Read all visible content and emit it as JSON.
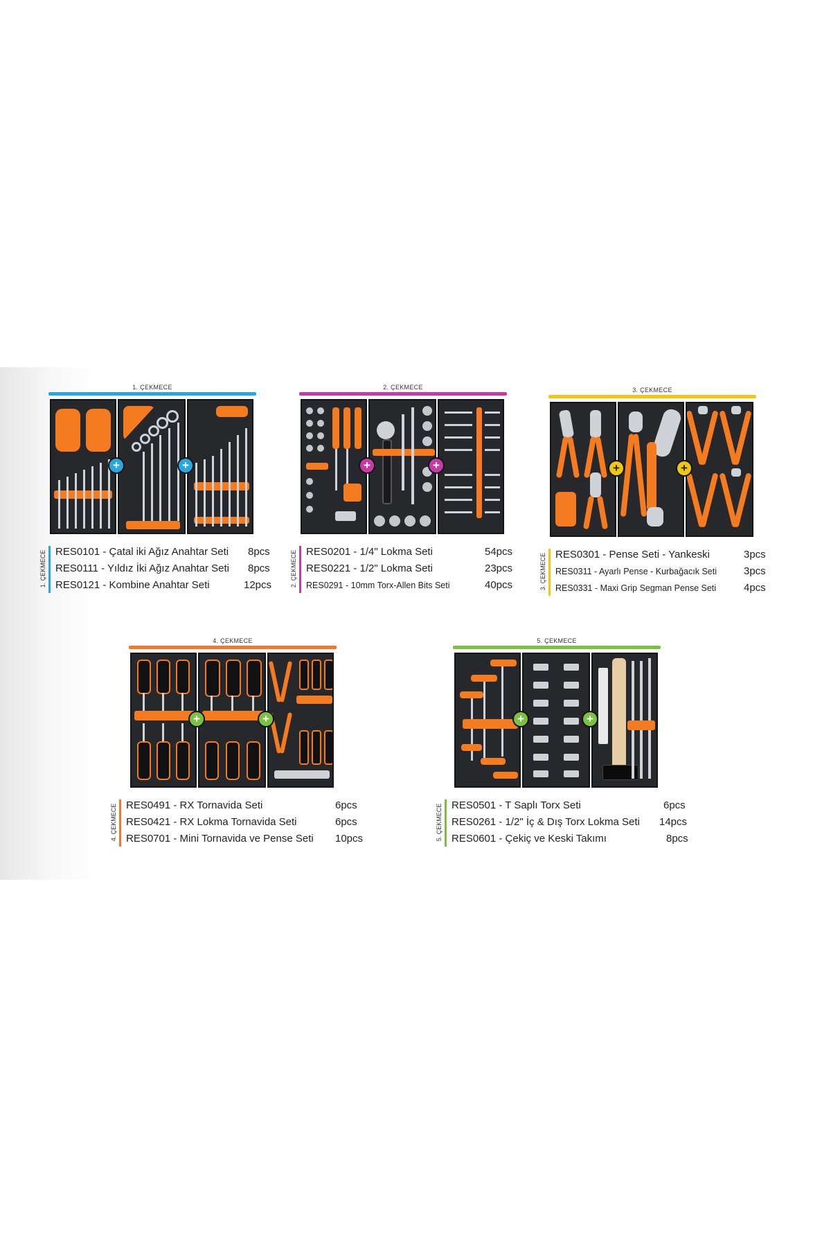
{
  "accent_colors": {
    "drawer1": "#29a8e0",
    "drawer2": "#c63aa6",
    "drawer3": "#f2c80f",
    "drawer4": "#f07a2a",
    "drawer5": "#7cc242"
  },
  "drawers": [
    {
      "title": "1. ÇEKMECE",
      "side_label": "1. ÇEKMECE",
      "items": [
        {
          "code_name": "RES0101 - Çatal iki Ağız Anahtar Seti",
          "count": "8pcs"
        },
        {
          "code_name": "RES0111 - Yıldız İki Ağız Anahtar Seti",
          "count": "8pcs"
        },
        {
          "code_name": "RES0121 - Kombine Anahtar Seti",
          "count": "12pcs"
        }
      ]
    },
    {
      "title": "2. ÇEKMECE",
      "side_label": "2. ÇEKMECE",
      "items": [
        {
          "code_name": "RES0201 - 1/4\" Lokma Seti",
          "count": "54pcs"
        },
        {
          "code_name": "RES0221 - 1/2\" Lokma Seti",
          "count": "23pcs"
        },
        {
          "code_name": "RES0291 - 10mm Torx-Allen Bits Seti",
          "count": "40pcs"
        }
      ]
    },
    {
      "title": "3. ÇEKMECE",
      "side_label": "3. ÇEKMECE",
      "items": [
        {
          "code_name": "RES0301 - Pense Seti - Yankeski",
          "count": "3pcs"
        },
        {
          "code_name": "RES0311 - Ayarlı Pense - Kurbağacık Seti",
          "count": "3pcs"
        },
        {
          "code_name": "RES0331 - Maxi Grip Segman Pense Seti",
          "count": "4pcs"
        }
      ]
    },
    {
      "title": "4. ÇEKMECE",
      "side_label": "4. ÇEKMECE",
      "items": [
        {
          "code_name": "RES0491 - RX Tornavida Seti",
          "count": "6pcs"
        },
        {
          "code_name": "RES0421 - RX Lokma Tornavida Seti",
          "count": "6pcs"
        },
        {
          "code_name": "RES0701 - Mini Tornavida ve Pense Seti",
          "count": "10pcs"
        }
      ]
    },
    {
      "title": "5. ÇEKMECE",
      "side_label": "5. ÇEKMECE",
      "items": [
        {
          "code_name": "RES0501 - T Saplı Torx Seti",
          "count": "6pcs"
        },
        {
          "code_name": "RES0261 - 1/2\" İç & Dış Torx Lokma Seti",
          "count": "14pcs"
        },
        {
          "code_name": "RES0601 - Çekiç ve Keski Takımı",
          "count": "8pcs"
        }
      ]
    }
  ]
}
